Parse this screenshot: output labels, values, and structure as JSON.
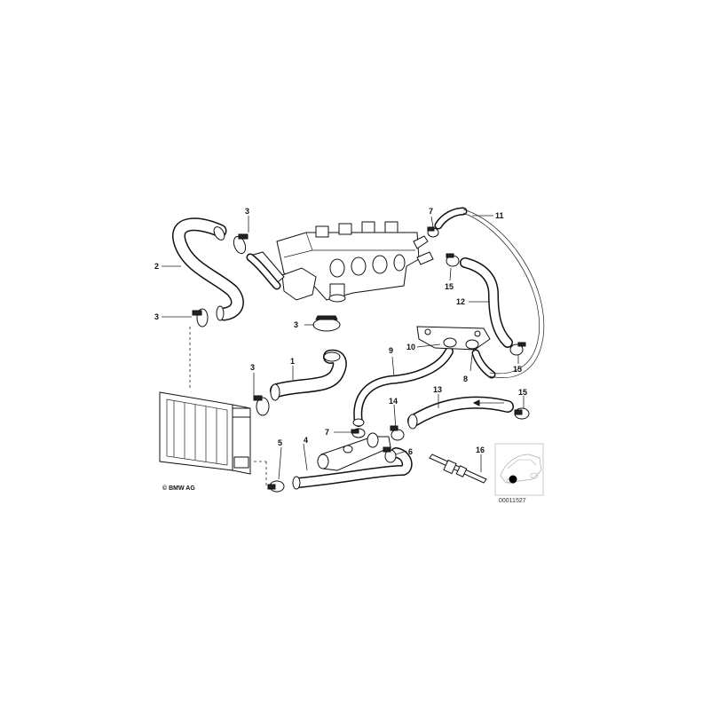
{
  "callouts": {
    "c1": "1",
    "c2": "2",
    "c3a": "3",
    "c3b": "3",
    "c3c": "3",
    "c3d": "3",
    "c4": "4",
    "c5": "5",
    "c6": "6",
    "c7a": "7",
    "c7b": "7",
    "c8": "8",
    "c9": "9",
    "c10": "10",
    "c11": "11",
    "c12": "12",
    "c13": "13",
    "c14": "14",
    "c15a": "15",
    "c15b": "15",
    "c15c": "15",
    "c16": "16"
  },
  "copyright": "© BMW AG",
  "diagram_code": "00011527",
  "icons": [
    "car-thumbnail-icon",
    "location-dot-icon"
  ]
}
